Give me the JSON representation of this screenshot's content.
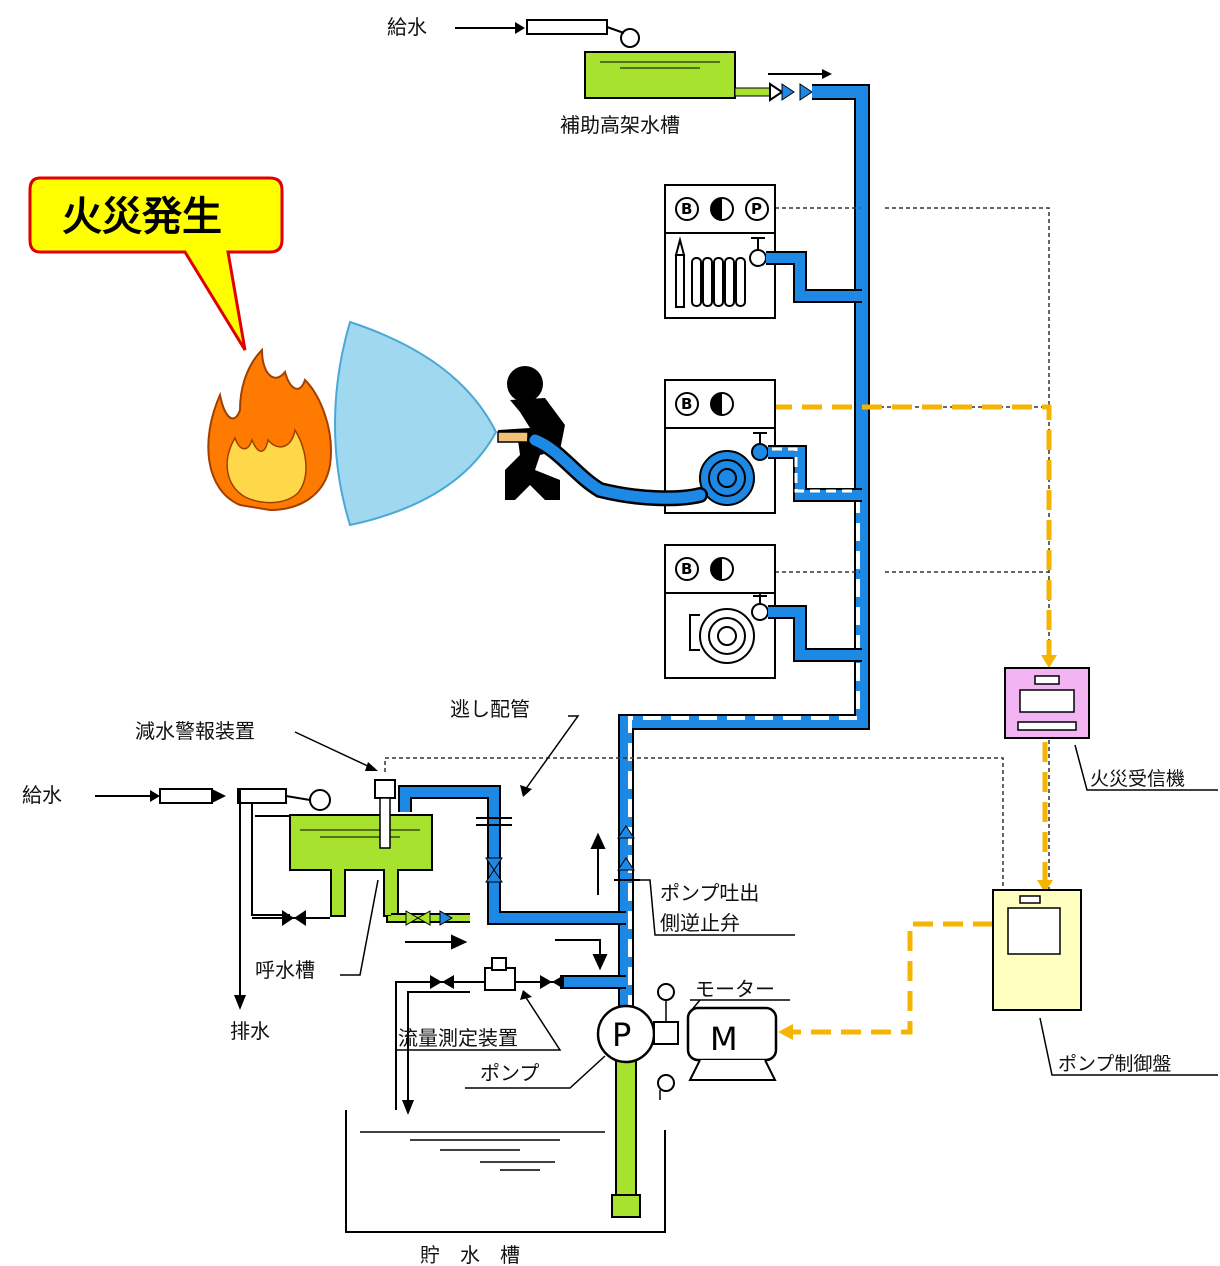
{
  "callout": {
    "text": "火災発生"
  },
  "labels": {
    "supply_top": "給水",
    "aux_tank": "補助高架水槽",
    "relief_pipe": "逃し配管",
    "low_water_alarm": "減水警報装置",
    "supply_left": "給水",
    "priming_tank": "呼水槽",
    "drain": "排水",
    "flow_meter": "流量測定装置",
    "pump": "ポンプ",
    "check_valve_l1": "ポンプ吐出",
    "check_valve_l2": "側逆止弁",
    "motor": "モーター",
    "fire_receiver": "火災受信機",
    "pump_panel": "ポンプ制御盤",
    "storage_tank": "貯　水　槽",
    "pump_symbol": "P",
    "motor_symbol": "M"
  },
  "hydrants": [
    {
      "icons": [
        "B",
        "◐",
        "P"
      ]
    },
    {
      "icons": [
        "B",
        "◐"
      ]
    },
    {
      "icons": [
        "B",
        "◐"
      ]
    }
  ],
  "colors": {
    "pipe_blue": "#1e88e5",
    "tank_green": "#a6e22e",
    "signal_orange": "#f5b400",
    "callout_fill": "#ffff00",
    "callout_border": "#e00000",
    "fire_orange": "#ff7a00",
    "spray_blue": "#9fd8ef",
    "receiver_pink": "#f2b4f2",
    "panel_yellow": "#ffffc0"
  }
}
